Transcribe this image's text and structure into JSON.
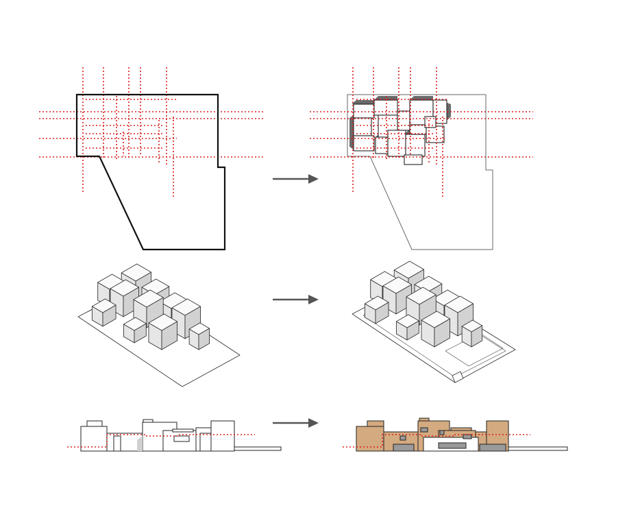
{
  "colors": {
    "background": "#ffffff",
    "boundary": "#111111",
    "thin_outline": "#555555",
    "grid_red": "#d81e1e",
    "arrow": "#555555",
    "shadow": "#6a6a6a",
    "facade_tan": "#d4aa80",
    "glazing": "#9a9a9a",
    "mass_top": "#fafafa",
    "mass_left": "#e6e6e6",
    "mass_right": "#d2d2d2"
  },
  "rows": [
    {
      "label": "site-plan",
      "steps": [
        "grid-over-boundary",
        "massing-on-grid"
      ]
    },
    {
      "label": "axonometric",
      "steps": [
        "massing-blocks",
        "massing-with-site"
      ]
    },
    {
      "label": "elevation",
      "steps": [
        "plain-elevation",
        "materialized-elevation"
      ]
    }
  ],
  "arrow_icon": "right-arrow-icon"
}
